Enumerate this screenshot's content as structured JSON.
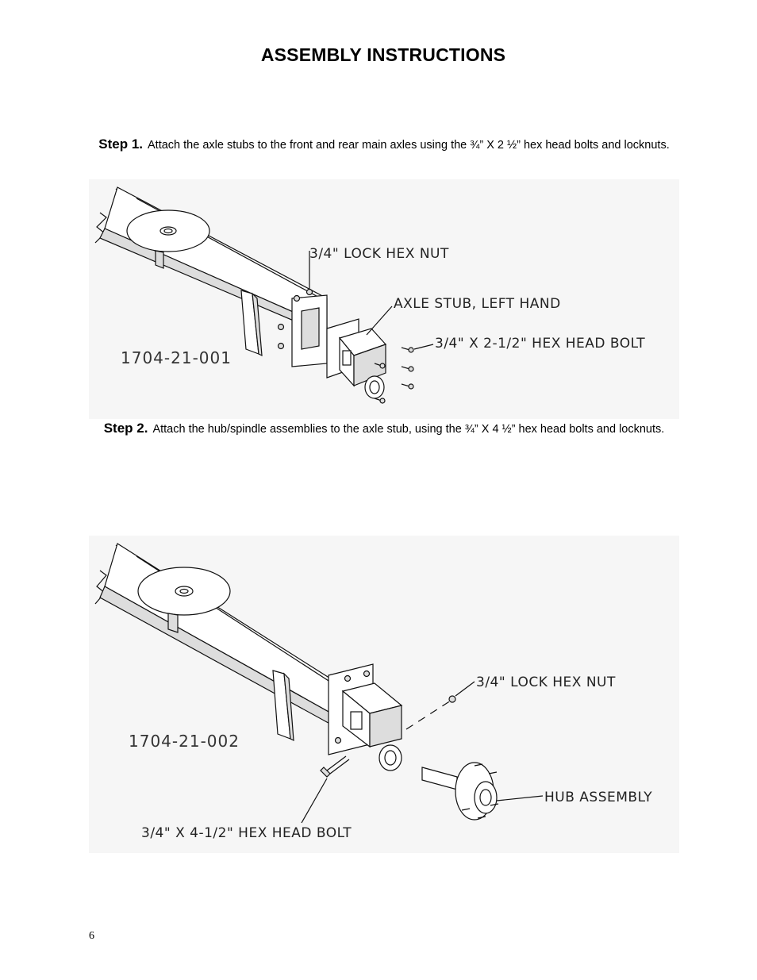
{
  "title": "ASSEMBLY INSTRUCTIONS",
  "steps": [
    {
      "label": "Step 1.",
      "text": "Attach the axle stubs to the front and rear main axles using the ¾” X 2 ½” hex head bolts and locknuts."
    },
    {
      "label": "Step 2.",
      "text": "Attach the hub/spindle assemblies to the axle stub, using the ¾” X 4 ½”  hex head bolts and locknuts."
    }
  ],
  "figure1": {
    "part_number": "1704-21-001",
    "callouts": {
      "nut": "3/4\" LOCK HEX NUT",
      "stub": "AXLE STUB, LEFT HAND",
      "bolt": "3/4\" X 2-1/2\" HEX HEAD BOLT"
    }
  },
  "figure2": {
    "part_number": "1704-21-002",
    "callouts": {
      "nut": "3/4\" LOCK HEX NUT",
      "hub": "HUB ASSEMBLY",
      "bolt": "3/4\" X 4-1/2\" HEX HEAD BOLT"
    }
  },
  "page_number": "6"
}
